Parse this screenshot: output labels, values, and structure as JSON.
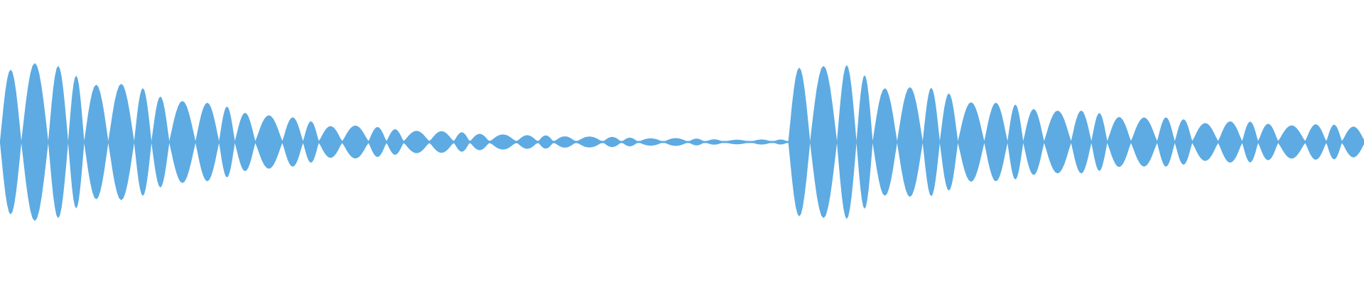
{
  "chart_data": {
    "type": "area",
    "title": "",
    "xlabel": "",
    "ylabel": "",
    "ylim": [
      -1,
      1
    ],
    "grid": false,
    "legend": "none",
    "color": "#5DABE2",
    "background": "#FFFFFF",
    "envelope_bins": 48,
    "envelope": [
      1.0,
      0.95,
      0.85,
      0.75,
      0.68,
      0.6,
      0.52,
      0.45,
      0.4,
      0.33,
      0.28,
      0.22,
      0.2,
      0.17,
      0.15,
      0.13,
      0.11,
      0.1,
      0.08,
      0.08,
      0.07,
      0.06,
      0.05,
      0.05,
      0.04,
      0.03,
      0.03,
      1.0,
      0.97,
      0.95,
      0.8,
      0.7,
      0.65,
      0.6,
      0.5,
      0.45,
      0.42,
      0.4,
      0.35,
      0.33,
      0.3,
      0.28,
      0.26,
      0.25,
      0.23,
      0.22,
      0.21,
      0.2
    ]
  }
}
